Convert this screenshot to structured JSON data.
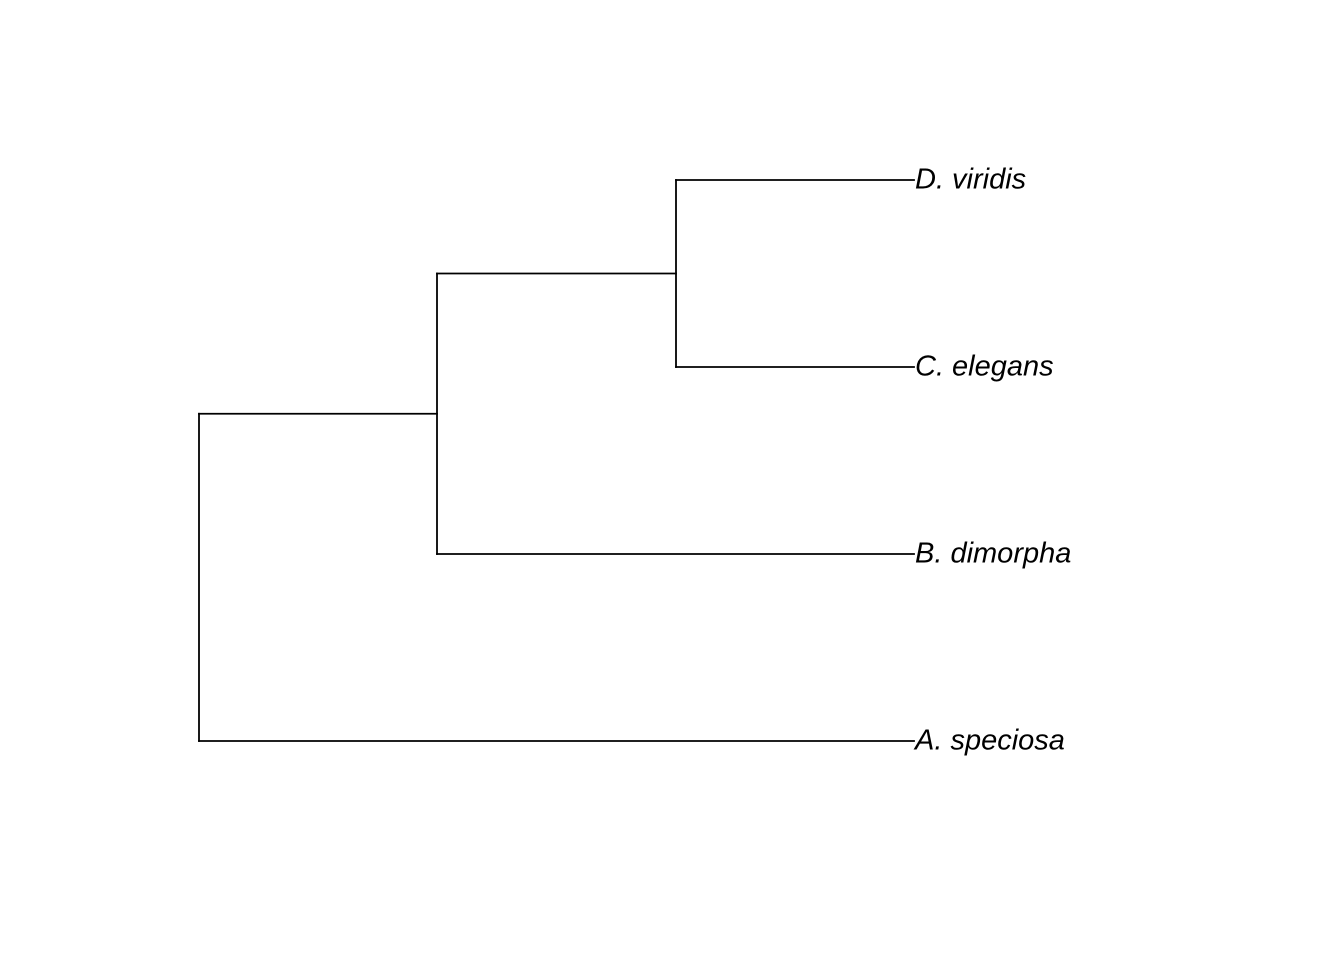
{
  "tree": {
    "type": "phylogram",
    "line_color": "#000000",
    "label_color": "#000000",
    "label_style": "italic",
    "topology": "(A. speciosa,(B. dimorpha,(C. elegans,D. viridis)))",
    "tips": [
      {
        "label": "D. viridis"
      },
      {
        "label": "C. elegans"
      },
      {
        "label": "B. dimorpha"
      },
      {
        "label": "A. speciosa"
      }
    ],
    "clades": [
      {
        "name": "root",
        "children": [
          "A. speciosa",
          "clade-bcd"
        ]
      },
      {
        "name": "clade-bcd",
        "children": [
          "B. dimorpha",
          "clade-cd"
        ]
      },
      {
        "name": "clade-cd",
        "children": [
          "C. elegans",
          "D. viridis"
        ]
      }
    ]
  }
}
